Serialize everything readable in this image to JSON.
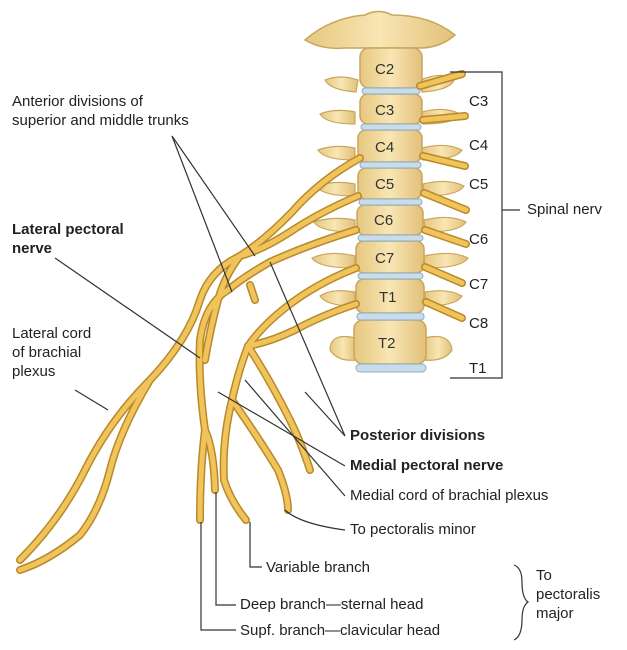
{
  "labels": {
    "anterior_divisions_line1": "Anterior divisions of",
    "anterior_divisions_line2": "superior and middle trunks",
    "lateral_pectoral_line1": "Lateral pectoral",
    "lateral_pectoral_line2": "nerve",
    "lateral_cord_line1": "Lateral cord",
    "lateral_cord_line2": "of brachial",
    "lateral_cord_line3": "plexus",
    "posterior_divisions": "Posterior divisions",
    "medial_pectoral": "Medial pectoral nerve",
    "medial_cord": "Medial cord of brachial plexus",
    "to_pectoralis_minor": "To pectoralis minor",
    "variable_branch": "Variable branch",
    "deep_branch": "Deep branch—sternal head",
    "supf_branch": "Supf. branch—clavicular head",
    "to_pectoralis_major_line1": "To",
    "to_pectoralis_major_line2": "pectoralis",
    "to_pectoralis_major_line3": "major",
    "spinal_nerves": "Spinal nerv"
  },
  "vertebrae": [
    "C2",
    "C3",
    "C4",
    "C5",
    "C6",
    "C7",
    "T1",
    "T2"
  ],
  "spinal_nerve_roots": [
    "C3",
    "C4",
    "C5",
    "C6",
    "C7",
    "C8",
    "T1"
  ],
  "colors": {
    "nerve": "#f0c45a",
    "nerve_outline": "#b8892a",
    "bone": "#f3dca0",
    "bone_outline": "#c9a55a",
    "disc": "#bcd3e2",
    "leader": "#333333"
  }
}
